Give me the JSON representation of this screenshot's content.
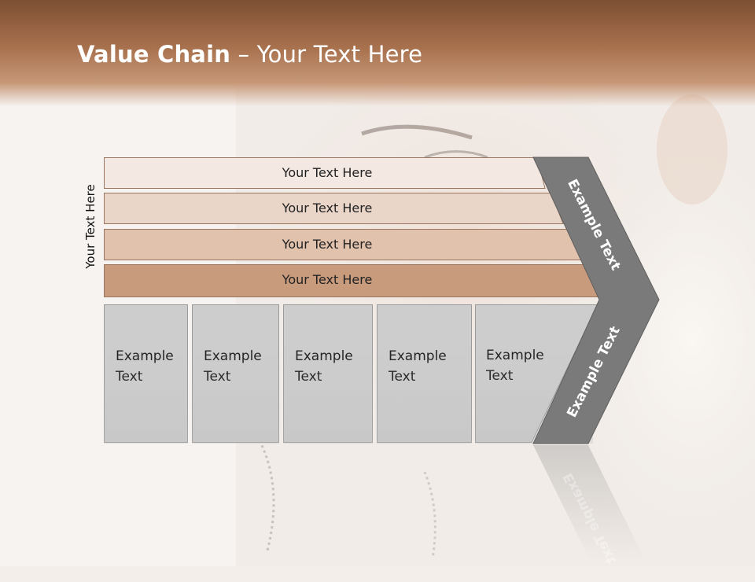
{
  "slide": {
    "title_bold": "Value Chain",
    "title_rest": " – Your Text Here",
    "side_label": "Your Text Here"
  },
  "bars": [
    {
      "label": "Your Text Here",
      "color": "#f3e8e2"
    },
    {
      "label": "Your Text Here",
      "color": "#ead6c8"
    },
    {
      "label": "Your Text Here",
      "color": "#e1c2ad"
    },
    {
      "label": "Your Text Here",
      "color": "#c99b7d"
    }
  ],
  "boxes": [
    {
      "label": "Example Text"
    },
    {
      "label": "Example Text"
    },
    {
      "label": "Example Text"
    },
    {
      "label": "Example Text"
    },
    {
      "label": "Example Text"
    }
  ],
  "chevron": {
    "upper_label": "Example Text",
    "lower_label": "Example Text",
    "color": "#7a7a7a"
  },
  "colors": {
    "title_bar": "#a8714e",
    "box_fill": "#cdcdcd",
    "bar_border": "#9a7560"
  }
}
